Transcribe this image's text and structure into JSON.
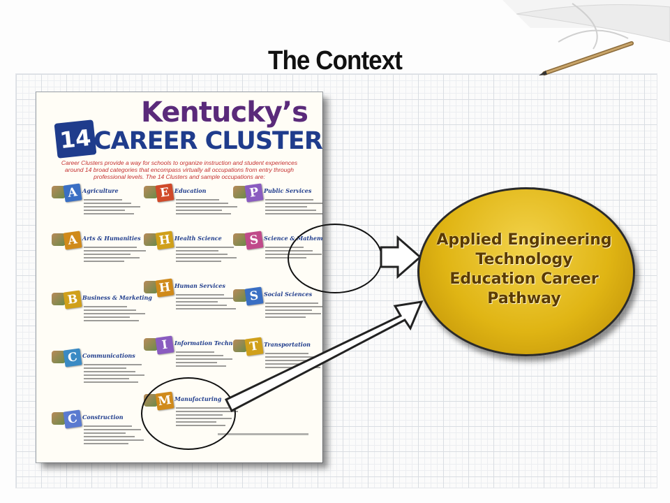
{
  "slide": {
    "title": "The Context"
  },
  "poster": {
    "heading_line1": "Kentucky’s",
    "number": "14",
    "heading_line2": "CAREER CLUSTERS",
    "intro": "Career Clusters provide a way for schools to organize instruction and student experiences around 14 broad categories that encompass virtually all occupations from entry through professional levels. The 14 Clusters and sample occupations are:",
    "clusters": [
      {
        "letter": "A",
        "name": "Agriculture",
        "color": "#3a6fc4"
      },
      {
        "letter": "E",
        "name": "Education",
        "color": "#d04a2a"
      },
      {
        "letter": "P",
        "name": "Public Services",
        "color": "#8a5cc0"
      },
      {
        "letter": "A",
        "name": "Arts & Humanities",
        "color": "#d08a1a"
      },
      {
        "letter": "H",
        "name": "Health Science",
        "color": "#d0a01a"
      },
      {
        "letter": "S",
        "name": "Science & Mathematics",
        "color": "#c04a8a"
      },
      {
        "letter": "B",
        "name": "Business & Marketing",
        "color": "#d0a01a"
      },
      {
        "letter": "H",
        "name": "Human Services",
        "color": "#d08a1a"
      },
      {
        "letter": "S",
        "name": "Social Sciences",
        "color": "#3a6fc4"
      },
      {
        "letter": "C",
        "name": "Communications",
        "color": "#3a8ac4"
      },
      {
        "letter": "I",
        "name": "Information Technology",
        "color": "#8a5cc0"
      },
      {
        "letter": "T",
        "name": "Transportation",
        "color": "#d0a01a"
      },
      {
        "letter": "C",
        "name": "Construction",
        "color": "#5a7ad0"
      },
      {
        "letter": "M",
        "name": "Manufacturing",
        "color": "#d08a1a"
      }
    ]
  },
  "target": {
    "text_lines": [
      "Applied Engineering",
      "Technology",
      "Education Career",
      "Pathway"
    ],
    "fill": "#e0b514"
  }
}
